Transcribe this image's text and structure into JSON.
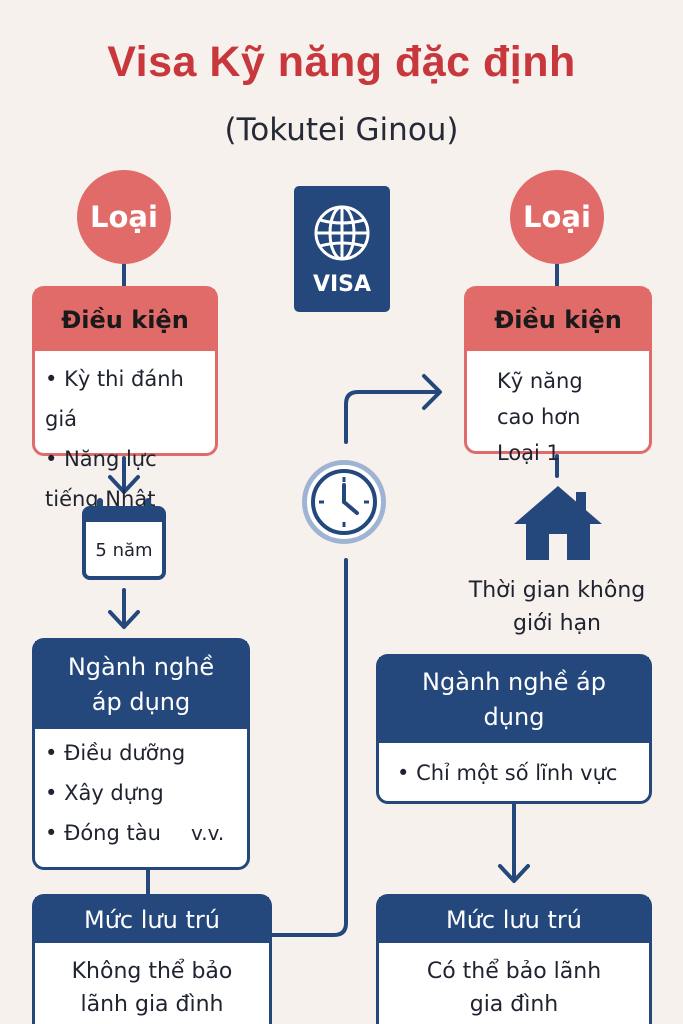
{
  "header": {
    "title": "Visa Kỹ năng đặc định",
    "subtitle": "(Tokutei Ginou)"
  },
  "visa_card": {
    "label": "VISA",
    "icon": "globe-icon"
  },
  "left": {
    "type_label": "Loại",
    "conditions": {
      "title": "Điều kiện",
      "items": [
        "Kỳ thi đánh giá",
        "Năng lực tiếng Nhật"
      ]
    },
    "duration": {
      "label": "5 năm",
      "icon": "calendar-icon"
    },
    "industries": {
      "title": "Ngành nghề áp dụng",
      "items": [
        "Điều dưỡng",
        "Xây dựng",
        "Đóng tàu"
      ],
      "suffix": "v.v."
    },
    "residence": {
      "title": "Mức lưu trú",
      "text": "Không thể bảo lãnh gia đình"
    }
  },
  "middle": {
    "icon": "clock-icon"
  },
  "right": {
    "type_label": "Loại",
    "conditions": {
      "title": "Điều kiện",
      "text": "Kỹ năng cao hơn Loại 1"
    },
    "duration": {
      "label": "Thời gian không giới hạn",
      "icon": "house-icon"
    },
    "industries": {
      "title": "Ngành nghề áp dụng",
      "items": [
        "Chỉ một số lĩnh vực"
      ]
    },
    "residence": {
      "title": "Mức lưu trú",
      "text": "Có thể bảo lãnh gia đình"
    }
  },
  "colors": {
    "red": "#e06b68",
    "blue": "#24487c",
    "title_red": "#c8373b",
    "background": "#f6f1ec"
  }
}
